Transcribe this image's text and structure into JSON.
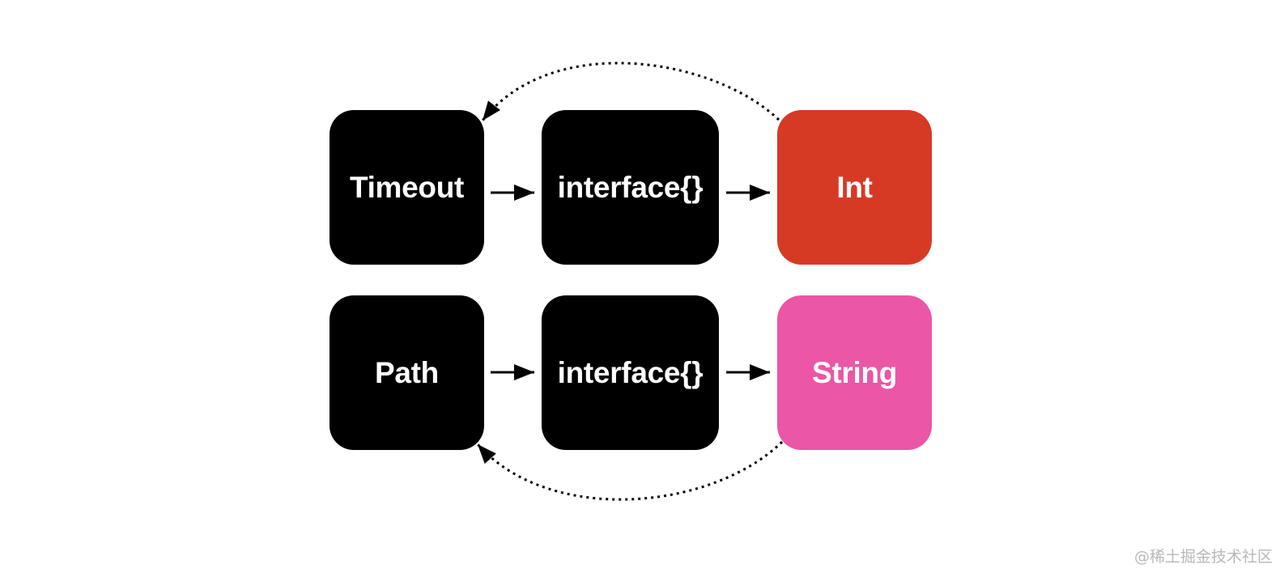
{
  "colors": {
    "background": "#ffffff",
    "node_default": "#000000",
    "node_int": "#d63a25",
    "node_string": "#eb56a6",
    "text": "#ffffff",
    "arrow": "#000000",
    "watermark": "#b8b8b8"
  },
  "rows": [
    {
      "nodes": [
        {
          "label": "Timeout",
          "color": "#000000"
        },
        {
          "label": "interface{}",
          "color": "#000000"
        },
        {
          "label": "Int",
          "color": "#d63a25"
        }
      ]
    },
    {
      "nodes": [
        {
          "label": "Path",
          "color": "#000000"
        },
        {
          "label": "interface{}",
          "color": "#000000"
        },
        {
          "label": "String",
          "color": "#eb56a6"
        }
      ]
    }
  ],
  "edges": [
    {
      "from": "Timeout",
      "to": "interface{}",
      "style": "solid"
    },
    {
      "from": "interface{}",
      "to": "Int",
      "style": "solid"
    },
    {
      "from": "Int",
      "to": "Timeout",
      "style": "dotted"
    },
    {
      "from": "Path",
      "to": "interface{}",
      "style": "solid"
    },
    {
      "from": "interface{}",
      "to": "String",
      "style": "solid"
    },
    {
      "from": "String",
      "to": "Path",
      "style": "dotted"
    }
  ],
  "watermark": "@稀土掘金技术社区"
}
